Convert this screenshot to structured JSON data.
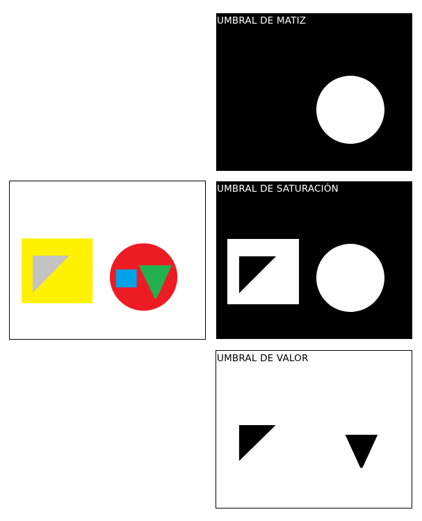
{
  "panels": {
    "original": {
      "title": ""
    },
    "hue": {
      "title": "UMBRAL DE MATIZ"
    },
    "saturation": {
      "title": "UMBRAL DE SATURACIÓN"
    },
    "value": {
      "title": "UMBRAL DE VALOR"
    }
  },
  "colors": {
    "yellow": "#fff200",
    "gray": "#c3c3c3",
    "red": "#ed1c24",
    "blue": "#00a2e8",
    "green": "#22b14c",
    "black": "#000000",
    "white": "#ffffff"
  }
}
